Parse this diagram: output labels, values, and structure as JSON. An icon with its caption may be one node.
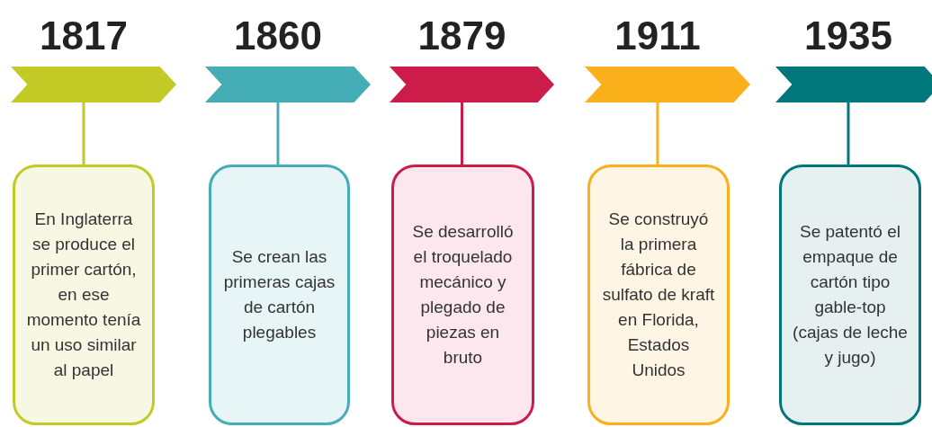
{
  "diagram": {
    "nodes": [
      {
        "text": [],
        "shape": "chevron",
        "beside": [
          "1817"
        ]
      },
      {
        "text": [],
        "shape": "chevron",
        "beside": [
          "1860"
        ]
      },
      {
        "text": [],
        "shape": "chevron",
        "beside": [
          "1879"
        ]
      },
      {
        "text": [],
        "shape": "chevron",
        "beside": [
          "1911"
        ]
      },
      {
        "text": [],
        "shape": "chevron",
        "beside": [
          "1935"
        ]
      },
      {
        "text": [
          "En Inglaterra se produce el primer cartón, en ese momento tenía un uso similar al papel"
        ]
      },
      {
        "text": [
          "Se crean las primeras cajas de cartón plegables"
        ]
      },
      {
        "text": [
          "Se desarrolló el troquelado mecánico y plegado de piezas en bruto"
        ]
      },
      {
        "text": [
          "Se construyó la primera fábrica de sulfato de kraft en Florida, Estados Unidos"
        ]
      },
      {
        "text": [
          "Se patentó el empaque de cartón tipo gable-top (cajas de leche y jugo)"
        ]
      }
    ],
    "edges": [
      {
        "from": 0,
        "to": 5,
        "arrow": "none",
        "color": "#c2cb26"
      },
      {
        "from": 1,
        "to": 6,
        "arrow": "none",
        "color": "#45adb6"
      },
      {
        "from": 2,
        "to": 7,
        "arrow": "none",
        "color": "#cb1c4a"
      },
      {
        "from": 3,
        "to": 8,
        "arrow": "none",
        "color": "#f9b01a"
      },
      {
        "from": 4,
        "to": 9,
        "arrow": "none",
        "color": "#00777a"
      }
    ]
  }
}
